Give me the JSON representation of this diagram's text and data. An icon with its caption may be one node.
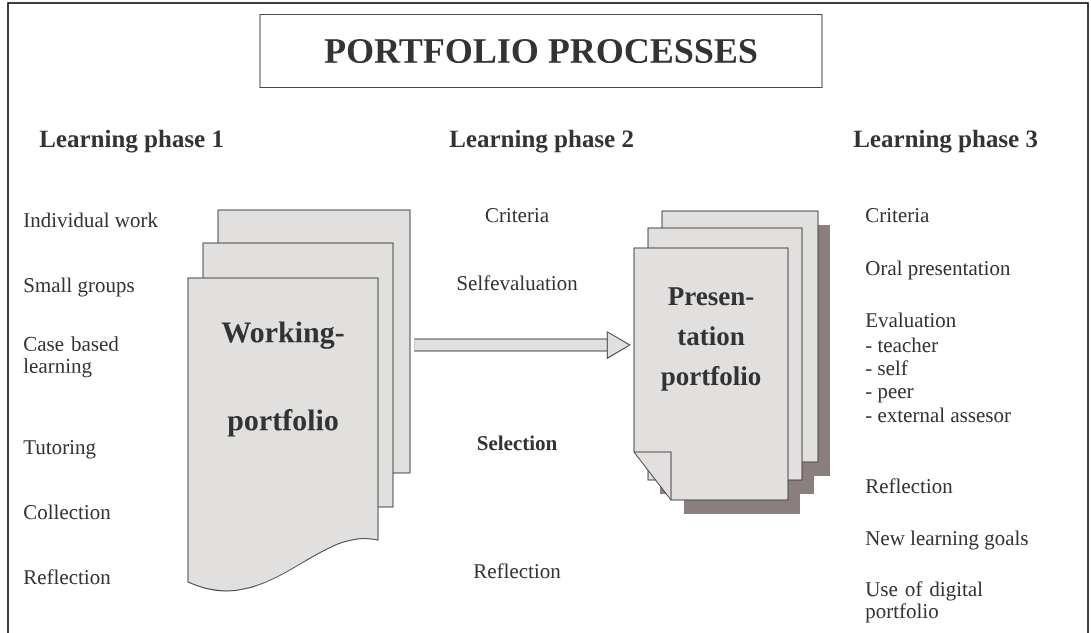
{
  "diagram": {
    "title": "PORTFOLIO PROCESSES",
    "nodes": [
      {
        "text": [
          "Working- portfolio"
        ]
      },
      {
        "text": [
          "Presen- tation portfolio"
        ]
      }
    ],
    "edges": [
      {
        "from": 0,
        "to": 1,
        "arrow": "to"
      }
    ],
    "labels": [
      "Learning phase 1",
      "Learning phase 2",
      "Learning phase 3",
      "Individual work",
      "Small groups",
      "Case based learning",
      "Tutoring",
      "Collection",
      "Reflection",
      "Criteria",
      "Selfevaluation",
      "Selection",
      "Reflection",
      "Criteria",
      "Oral presentation",
      "Evaluation",
      "- teacher",
      "- self",
      "- peer",
      "- external assesor",
      "Reflection",
      "New learning goals",
      "Use of digital portfolio"
    ]
  }
}
